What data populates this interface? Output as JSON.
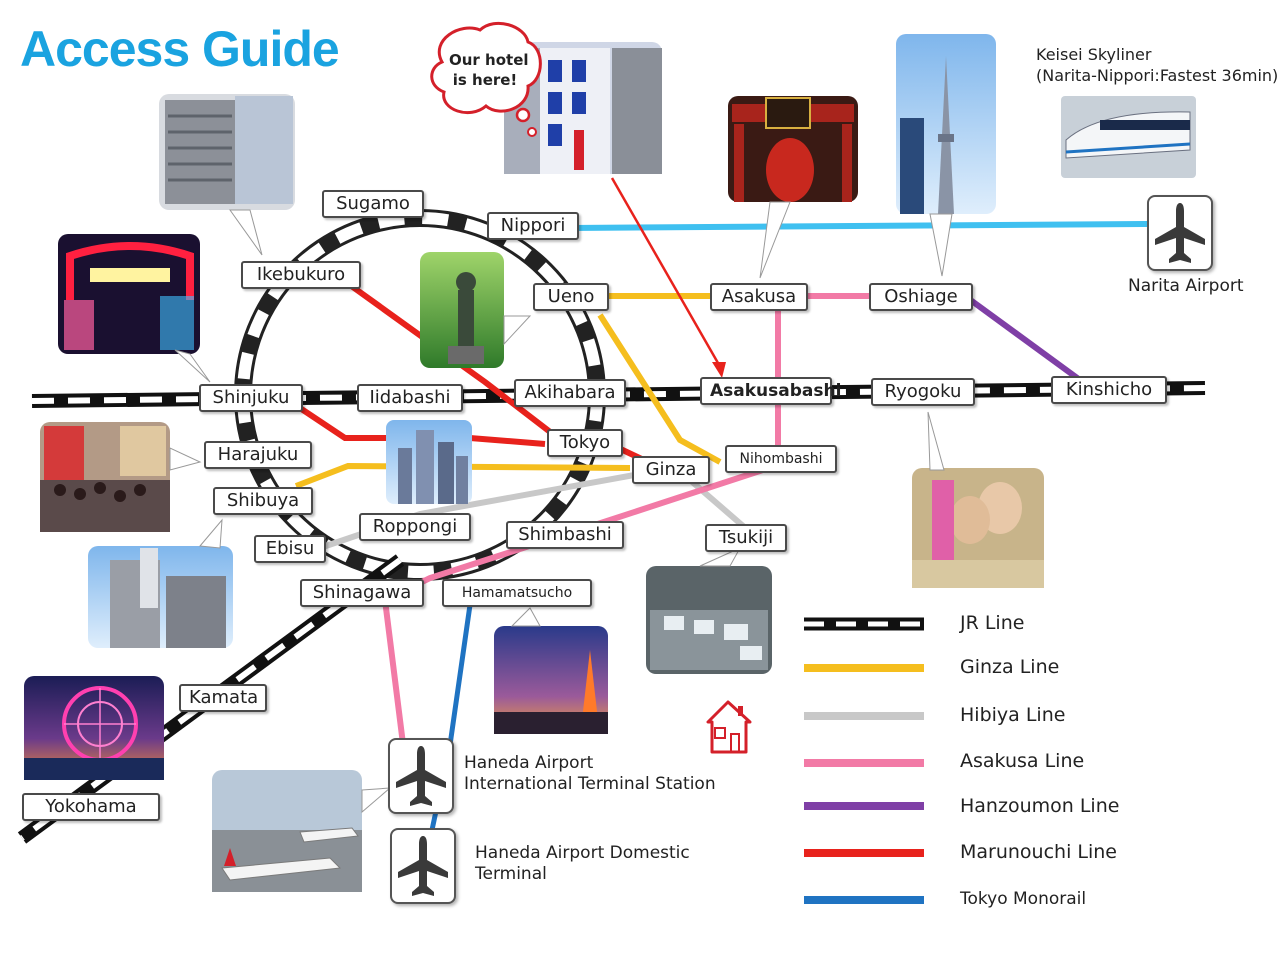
{
  "title": "Access Guide",
  "hotel_bubble": {
    "line1": "Our hotel",
    "line2": "is here!"
  },
  "stations": {
    "sugamo": "Sugamo",
    "nippori": "Nippori",
    "ikebukuro": "Ikebukuro",
    "ueno": "Ueno",
    "asakusa": "Asakusa",
    "oshiage": "Oshiage",
    "shinjuku": "Shinjuku",
    "iidabashi": "Iidabashi",
    "akihabara": "Akihabara",
    "asakusabashi": "Asakusabashi",
    "ryogoku": "Ryogoku",
    "kinshicho": "Kinshicho",
    "harajuku": "Harajuku",
    "tokyo": "Tokyo",
    "ginza": "Ginza",
    "nihombashi": "Nihombashi",
    "shibuya": "Shibuya",
    "roppongi": "Roppongi",
    "ebisu": "Ebisu",
    "shimbashi": "Shimbashi",
    "tsukiji": "Tsukiji",
    "shinagawa": "Shinagawa",
    "hamamatsucho": "Hamamatsucho",
    "kamata": "Kamata",
    "yokohama": "Yokohama"
  },
  "skyliner": {
    "line1": "Keisei Skyliner",
    "line2": "(Narita-Nippori:Fastest 36min)"
  },
  "narita": "Narita Airport",
  "haneda_intl": {
    "line1": "Haneda Airport",
    "line2": "International Terminal Station"
  },
  "haneda_dom": {
    "line1": "Haneda Airport Domestic",
    "line2": "Terminal"
  },
  "legend": [
    {
      "label": "JR Line",
      "color": "#000000"
    },
    {
      "label": "Ginza Line",
      "color": "#f5be1e"
    },
    {
      "label": "Hibiya Line",
      "color": "#c8c8c8"
    },
    {
      "label": "Asakusa Line",
      "color": "#f27aa6"
    },
    {
      "label": "Hanzoumon Line",
      "color": "#7f3fa6"
    },
    {
      "label": "Marunouchi Line",
      "color": "#e8221c"
    },
    {
      "label": "Tokyo Monorail",
      "color": "#1f73c2"
    }
  ],
  "colors": {
    "title": "#1aa3e0",
    "skyliner": "#3fc0f0"
  },
  "icons": [
    "plane-icon",
    "house-icon"
  ]
}
